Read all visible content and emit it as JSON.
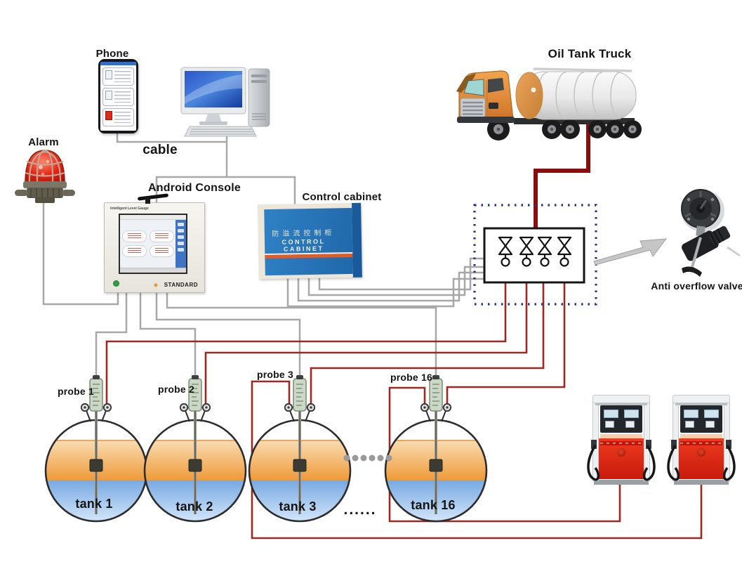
{
  "labels": {
    "phone": "Phone",
    "alarm": "Alarm",
    "cable": "cable",
    "android_console": "Android Console",
    "control_cabinet": "Control cabinet",
    "oil_tank_truck": "Oil Tank Truck",
    "anti_overflow_valve": "Anti overflow valve",
    "ellipsis": "......"
  },
  "console": {
    "header": "Intelligent Level Gauge",
    "brand": "STANDARD"
  },
  "cabinet": {
    "title_cn": "防溢流控制柜",
    "title_en": "CONTROL CABINET"
  },
  "probes": [
    {
      "label": "probe 1"
    },
    {
      "label": "probe 2"
    },
    {
      "label": "probe 3"
    },
    {
      "label": "probe 16"
    }
  ],
  "tanks": [
    {
      "label": "tank 1"
    },
    {
      "label": "tank 2"
    },
    {
      "label": "tank 3"
    },
    {
      "label": "tank 16"
    }
  ],
  "colors": {
    "signal_cable": "#a8a8a8",
    "oil_pipe": "#9c2a23",
    "truck_pipe": "#8a0c0c",
    "dotted_border": "#23357e",
    "tank_oil": "#ef9c3e",
    "tank_water": "#7fb0e8",
    "dispenser_red": "#e3291d",
    "cabinet_blue": "#2472b8",
    "alarm_red": "#d01818",
    "truck_cab_orange": "#e8923a"
  }
}
